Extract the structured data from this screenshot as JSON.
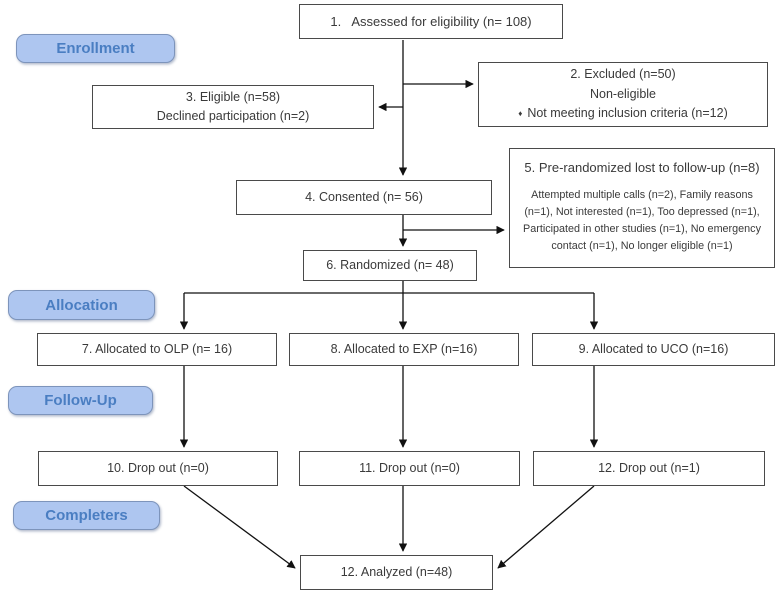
{
  "stage_labels": {
    "enrollment": "Enrollment",
    "allocation": "Allocation",
    "follow_up": "Follow-Up",
    "completers": "Completers"
  },
  "boxes": {
    "assessed": {
      "text": "1.   Assessed for eligibility (n= 108)"
    },
    "excluded": {
      "line1": "2. Excluded (n=50)",
      "line2": "Non-eligible",
      "bullet": "♦",
      "line3": "Not meeting inclusion criteria (n=12)"
    },
    "eligible": {
      "line1": "3. Eligible (n=58)",
      "line2": "Declined participation (n=2)"
    },
    "consented": {
      "text": "4. Consented (n= 56)"
    },
    "prerandomized": {
      "title": "5. Pre-randomized lost to follow-up (n=8)",
      "body": "Attempted multiple calls (n=2), Family reasons (n=1), Not interested (n=1), Too depressed (n=1), Participated in other studies (n=1), No emergency contact (n=1), No longer eligible (n=1)"
    },
    "randomized": {
      "text": "6. Randomized (n= 48)"
    },
    "allocated_olp": {
      "text": "7. Allocated to OLP (n= 16)"
    },
    "allocated_exp": {
      "text": "8. Allocated to EXP (n=16)"
    },
    "allocated_uco": {
      "text": "9. Allocated to UCO (n=16)"
    },
    "dropout_olp": {
      "text": "10. Drop out (n=0)"
    },
    "dropout_exp": {
      "text": "11. Drop out (n=0)"
    },
    "dropout_uco": {
      "text": "12. Drop out (n=1)"
    },
    "analyzed": {
      "text": "12. Analyzed (n=48)"
    }
  },
  "colors": {
    "background": "#ffffff",
    "stage_fill": "#aec6f0",
    "stage_border": "#7d94bb",
    "stage_text": "#4a7ec2",
    "box_border": "#4a4a4a",
    "box_text": "#3a3a3a",
    "arrow": "#111111"
  }
}
